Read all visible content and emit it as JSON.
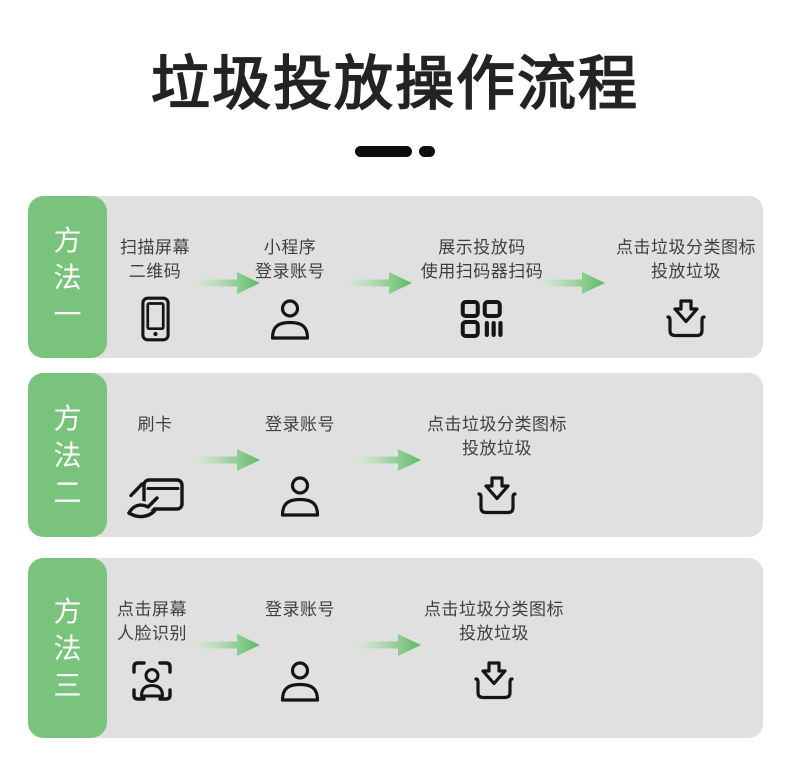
{
  "title": "垃圾投放操作流程",
  "colors": {
    "accent_green": "#79c37c",
    "panel_gray": "#e0e0e0",
    "arrow_green_head": "#5eba63",
    "arrow_green_tail": "#d4e8d2",
    "title_black": "#232323",
    "step_text": "#3f3f3f",
    "label_text_white": "#ffffff"
  },
  "methods": [
    {
      "label": "方法一",
      "steps": [
        {
          "icon": "phone-icon",
          "lines": [
            "扫描屏幕",
            "二维码"
          ]
        },
        {
          "icon": "person-icon",
          "lines": [
            "小程序",
            "登录账号"
          ]
        },
        {
          "icon": "scan-code-icon",
          "lines": [
            "展示投放码",
            "使用扫码器扫码"
          ]
        },
        {
          "icon": "dispose-icon",
          "lines": [
            "点击垃圾分类图标",
            "投放垃圾"
          ]
        }
      ]
    },
    {
      "label": "方法二",
      "steps": [
        {
          "icon": "card-swipe-icon",
          "lines": [
            "刷卡"
          ]
        },
        {
          "icon": "person-icon",
          "lines": [
            "登录账号"
          ]
        },
        {
          "icon": "dispose-icon",
          "lines": [
            "点击垃圾分类图标",
            "投放垃圾"
          ]
        }
      ]
    },
    {
      "label": "方法三",
      "steps": [
        {
          "icon": "face-scan-icon",
          "lines": [
            "点击屏幕",
            "人脸识别"
          ]
        },
        {
          "icon": "person-icon",
          "lines": [
            "登录账号"
          ]
        },
        {
          "icon": "dispose-icon",
          "lines": [
            "点击垃圾分类图标",
            "投放垃圾"
          ]
        }
      ]
    }
  ]
}
